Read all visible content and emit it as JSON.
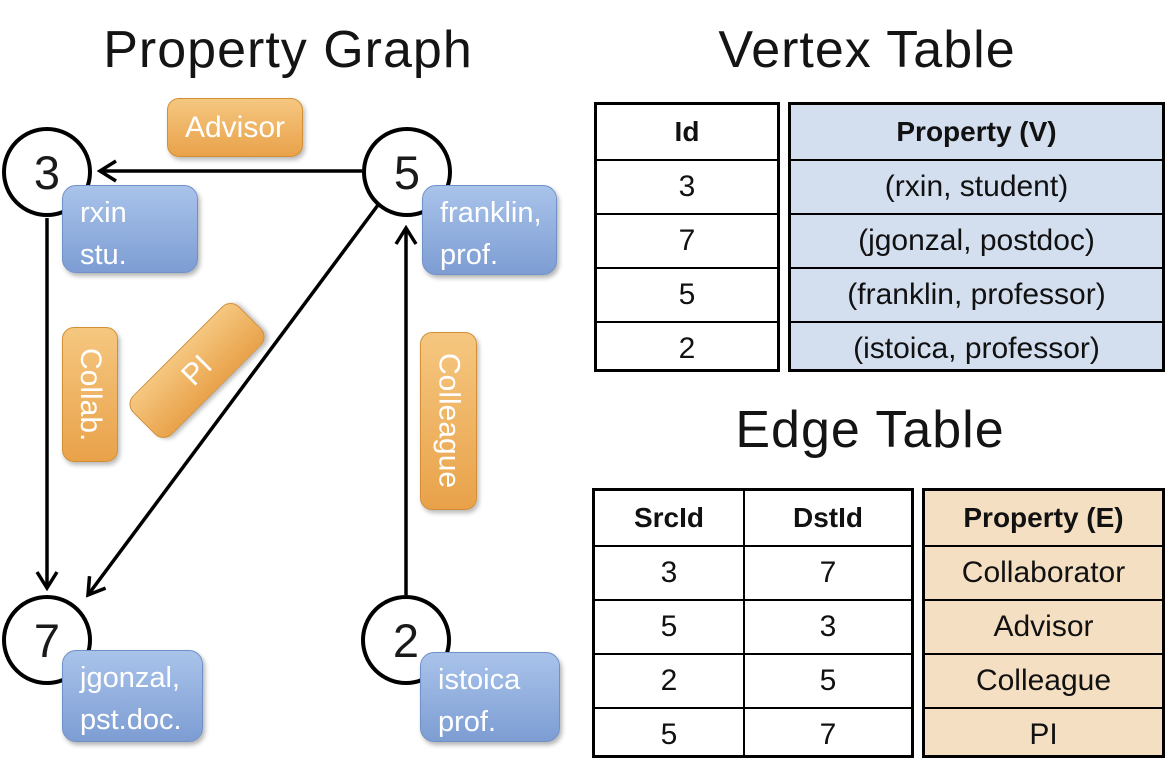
{
  "graph": {
    "title": "Property Graph",
    "nodes": [
      {
        "id": "3"
      },
      {
        "id": "5"
      },
      {
        "id": "7"
      },
      {
        "id": "2"
      }
    ],
    "vertex_labels": [
      {
        "line1": "rxin",
        "line2": "stu."
      },
      {
        "line1": "franklin,",
        "line2": "prof."
      },
      {
        "line1": "jgonzal,",
        "line2": "pst.doc."
      },
      {
        "line1": "istoica",
        "line2": "prof."
      }
    ],
    "edge_labels": [
      {
        "text": "Advisor"
      },
      {
        "text": "Collab."
      },
      {
        "text": "PI"
      },
      {
        "text": "Colleague"
      }
    ]
  },
  "vertex_table": {
    "title": "Vertex Table",
    "headers": {
      "id": "Id",
      "property": "Property (V)"
    },
    "rows": [
      {
        "id": "3",
        "property": "(rxin, student)"
      },
      {
        "id": "7",
        "property": "(jgonzal, postdoc)"
      },
      {
        "id": "5",
        "property": "(franklin, professor)"
      },
      {
        "id": "2",
        "property": "(istoica, professor)"
      }
    ]
  },
  "edge_table": {
    "title": "Edge Table",
    "headers": {
      "src": "SrcId",
      "dst": "DstId",
      "property": "Property (E)"
    },
    "rows": [
      {
        "src": "3",
        "dst": "7",
        "property": "Collaborator"
      },
      {
        "src": "5",
        "dst": "3",
        "property": "Advisor"
      },
      {
        "src": "2",
        "dst": "5",
        "property": "Colleague"
      },
      {
        "src": "5",
        "dst": "7",
        "property": "PI"
      }
    ]
  },
  "colors": {
    "edge_accent_top": "#f5c780",
    "edge_accent_bot": "#e9a24a",
    "edge_accent_border": "#d28f35",
    "vertex_accent_top": "#a9c3ea",
    "vertex_accent_bot": "#7d9dd3",
    "vertex_accent_border": "#6f90c8",
    "vtable_fill": "#d3deef",
    "etable_fill": "#f5dfc2",
    "line_color": "#000000",
    "ink": "#111111"
  }
}
